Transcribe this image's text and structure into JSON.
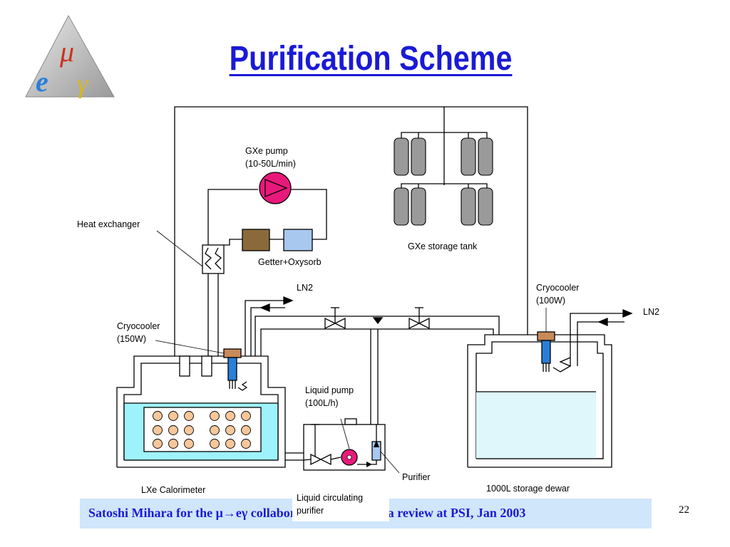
{
  "slide": {
    "title": "Purification Scheme",
    "page_number": "22",
    "footer": "Satoshi Mihara for the μ→eγ collaboration, muegamma review at PSI, Jan 2003",
    "logo_symbols": [
      "μ",
      "e",
      "γ"
    ]
  },
  "diagram": {
    "labels": {
      "gxe_pump": "GXe pump",
      "gxe_pump_flow": "(10-50L/min)",
      "heat_exchanger": "Heat exchanger",
      "getter": "Getter+Oxysorb",
      "gxe_storage_tank": "GXe storage tank",
      "ln2_left": "LN2",
      "ln2_right": "LN2",
      "cryocooler_left": "Cryocooler",
      "cryocooler_left_power": "(150W)",
      "cryocooler_right": "Cryocooler",
      "cryocooler_right_power": "(100W)",
      "liquid_pump": "Liquid pump",
      "liquid_pump_flow": "(100L/h)",
      "purifier": "Purifier",
      "lxe_calorimeter": "LXe Calorimeter",
      "liquid_circulating": "Liquid circulating",
      "liquid_circulating_2": "purifier",
      "storage_dewar": "1000L storage dewar"
    },
    "colors": {
      "title": "#1a1ad6",
      "pump": "#e8197a",
      "getter": "#8a6a3a",
      "oxysorb": "#a8c8f0",
      "tank": "#9a9a9a",
      "lxe": "#9ef2fb",
      "dewar_liquid": "#dff7fb",
      "pmt": "#f6c79a",
      "cryo_head": "#c88a5a",
      "cryo_rod": "#2a7fd8",
      "footer_bg": "#cfe6fb"
    }
  }
}
